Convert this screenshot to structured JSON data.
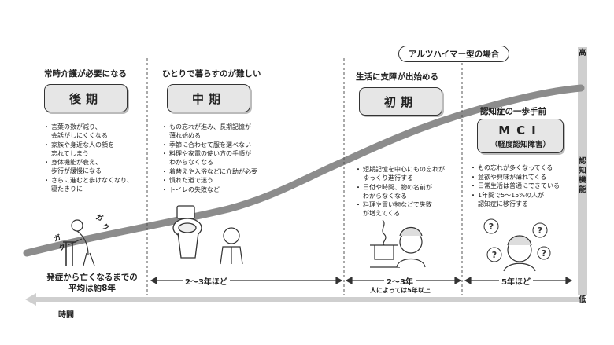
{
  "chart_data": {
    "type": "diagram",
    "title_tag": "アルツハイマー型の場合",
    "y_axis": {
      "label": "認知機能",
      "high": "高",
      "low": "低"
    },
    "x_axis": {
      "label": "時間"
    },
    "stages": [
      {
        "id": "late",
        "heading": "常時介護が必要になる",
        "name": "後期",
        "items": [
          "言葉の数が減り、\n会話がしにくくなる",
          "家族や身近な人の顔を\n忘れてしまう",
          "身体機能が衰え、\n歩行が緩慢になる",
          "さらに進むと歩けなくなり、\n寝たきりに"
        ],
        "duration": "発症から亡くなるまでの\n平均は約8年"
      },
      {
        "id": "middle",
        "heading": "ひとりで暮らすのが難しい",
        "name": "中期",
        "items": [
          "もの忘れが進み、長期記憶が\n薄れ始める",
          "季節に合わせて服を選べない",
          "料理や家電の使い方の手順が\nわからなくなる",
          "着替えや入浴などに介助が必要",
          "慣れた道で迷う",
          "トイレの失敗など"
        ],
        "duration": "2～3年ほど"
      },
      {
        "id": "early",
        "heading": "生活に支障が出始める",
        "name": "初期",
        "items": [
          "短期記憶を中心にもの忘れが\nゆっくり進行する",
          "日付や時間、物の名前が\nわからなくなる",
          "料理や買い物などで失敗\nが増えてくる"
        ],
        "duration": "2～3年",
        "duration_note": "人によっては5年以上"
      },
      {
        "id": "mci",
        "heading": "認知症の一歩手前",
        "name": "MCI",
        "subname": "（軽度認知障害）",
        "items": [
          "もの忘れが多くなってくる",
          "意欲や興味が薄れてくる",
          "日常生活は普通にできている",
          "1年間で5～15%の人が\n認知症に移行する"
        ],
        "duration": "5年ほど"
      }
    ],
    "illustration_text": [
      "ガ",
      "ク",
      "ガ",
      "ク"
    ]
  },
  "colors": {
    "curve": "#8c8c8c",
    "box_fill": "#e6e6e6",
    "axis": "#bdbdbd",
    "line": "#333333"
  }
}
